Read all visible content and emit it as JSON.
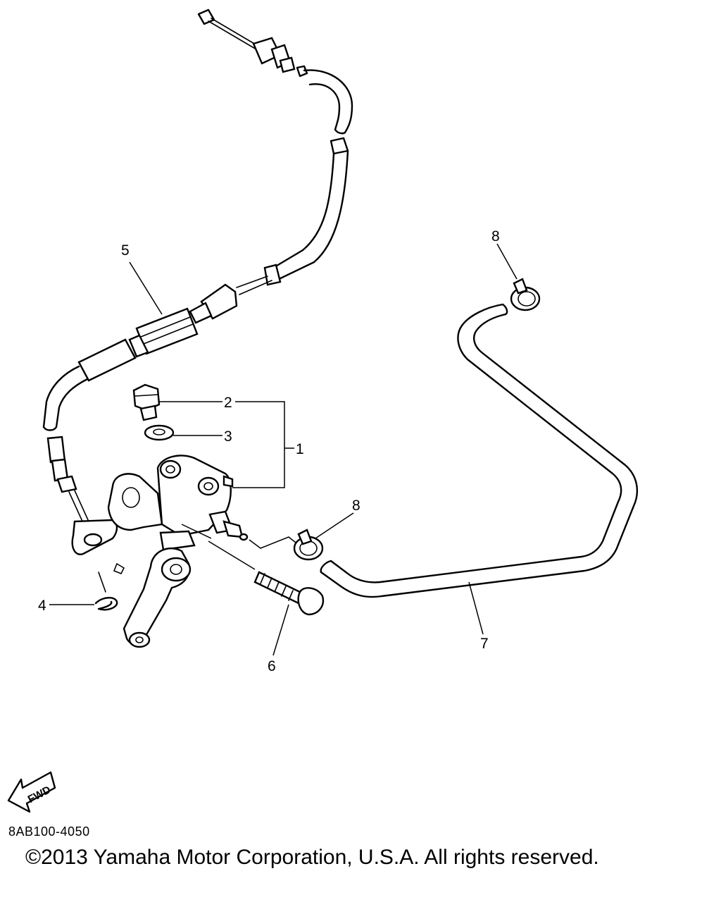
{
  "callouts": {
    "c1": "1",
    "c2": "2",
    "c3": "3",
    "c4": "4",
    "c5": "5",
    "c6": "6",
    "c7": "7",
    "c8a": "8",
    "c8b": "8"
  },
  "fwd_label": "FWD",
  "ref_code": "8AB100-4050",
  "copyright": "©2013 Yamaha Motor Corporation, U.S.A. All rights reserved."
}
